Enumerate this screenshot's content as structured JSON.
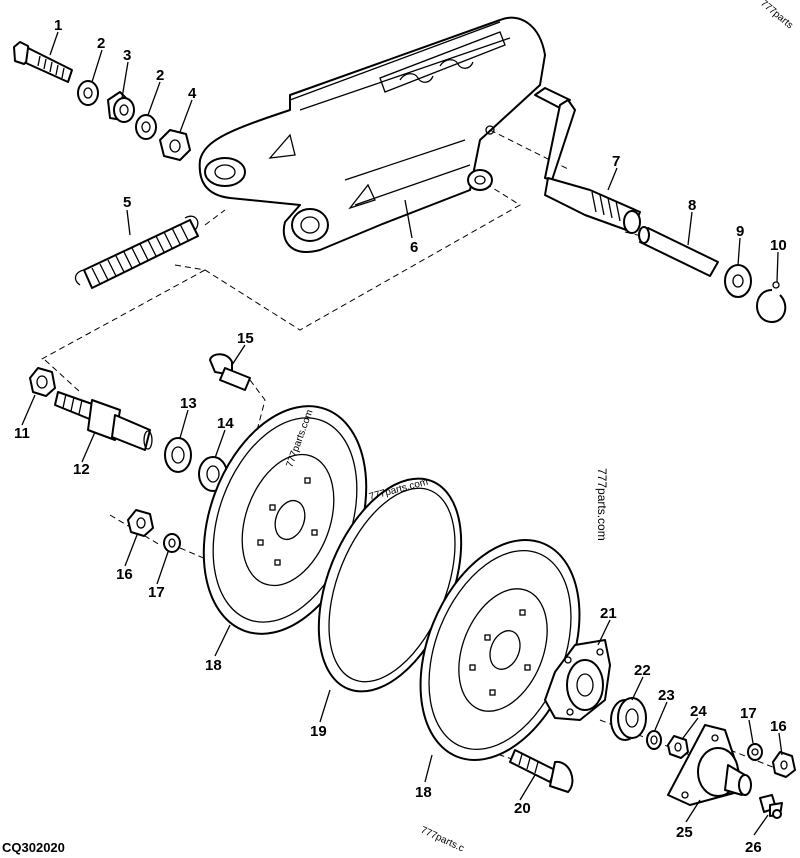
{
  "figure_code": "CQ302020",
  "watermarks": {
    "vertical": "777parts.com",
    "center": "777parts.com",
    "disc": "777parts.com",
    "bottom": "777parts.c",
    "corner": "777parts"
  },
  "callouts": [
    "1",
    "2",
    "3",
    "2",
    "4",
    "5",
    "6",
    "7",
    "8",
    "9",
    "10",
    "11",
    "12",
    "13",
    "14",
    "15",
    "16",
    "17",
    "18",
    "19",
    "18",
    "20",
    "21",
    "22",
    "23",
    "24",
    "17",
    "16",
    "25",
    "26"
  ]
}
